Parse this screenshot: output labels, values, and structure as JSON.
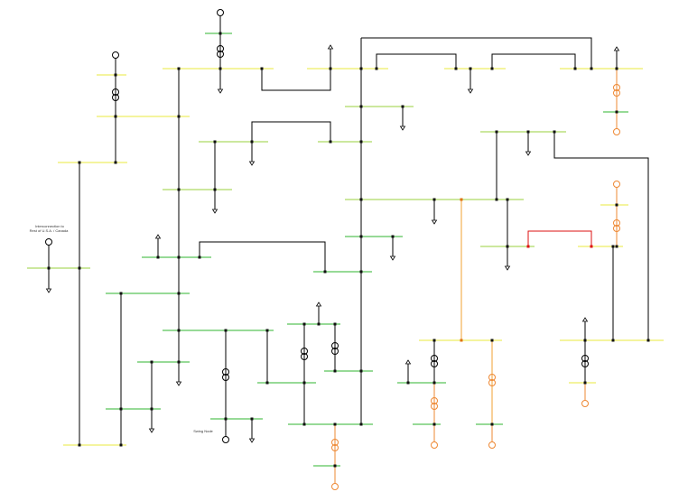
{
  "labels": {
    "interconnection_line1": "Interconnection to",
    "interconnection_line2": "Rest of U.S.A. / Canada",
    "swing_node": "Swing Node"
  },
  "colors": {
    "background": "#ffffff",
    "bus_yellow": "#e8e83c",
    "bus_yellowgreen": "#9ad23c",
    "bus_green": "#2fb52f",
    "line_black": "#000000",
    "line_orange": "#f0a030",
    "generator_orange": "#ee8833",
    "line_red": "#dd1111",
    "node_dot": "#111111",
    "node_orange": "#e07010"
  },
  "icons": [
    "generator-icon",
    "transformer-icon",
    "load-arrow-icon"
  ]
}
